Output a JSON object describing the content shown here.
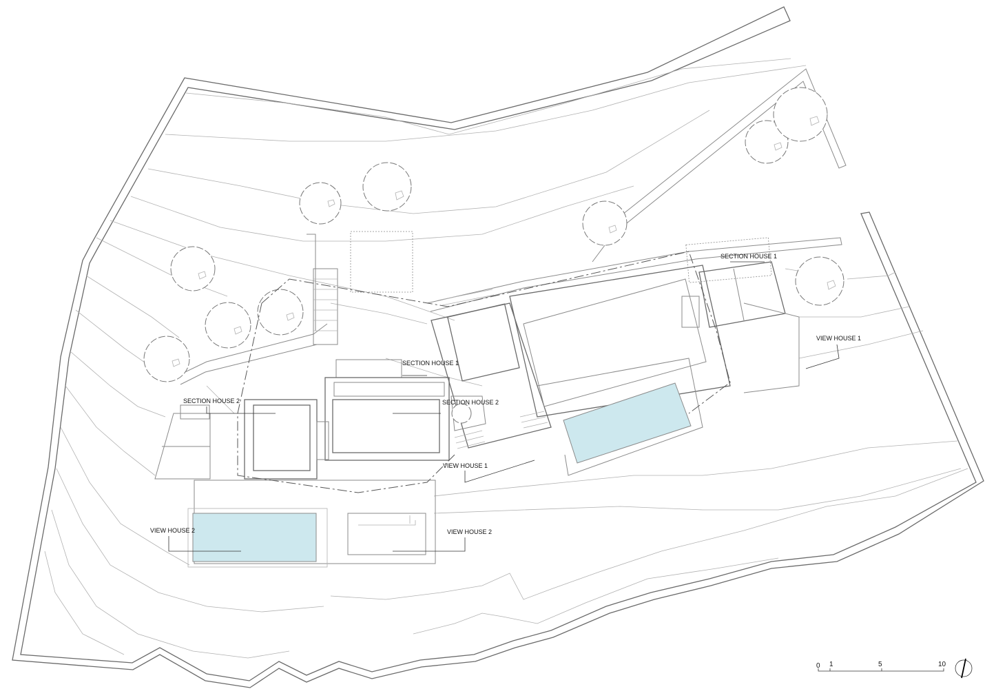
{
  "labels": {
    "section_house_1": "SECTION HOUSE 1",
    "section_house_2": "SECTION HOUSE 2",
    "view_house_1": "VIEW HOUSE 1",
    "view_house_2": "VIEW HOUSE 2"
  },
  "scale_bar": {
    "ticks": [
      "0",
      "1",
      "5",
      "10"
    ]
  },
  "colors": {
    "pool": "#cde8ee",
    "line": "#8a8a8a"
  },
  "icons": [
    "north-arrow-icon",
    "tree-icon"
  ]
}
